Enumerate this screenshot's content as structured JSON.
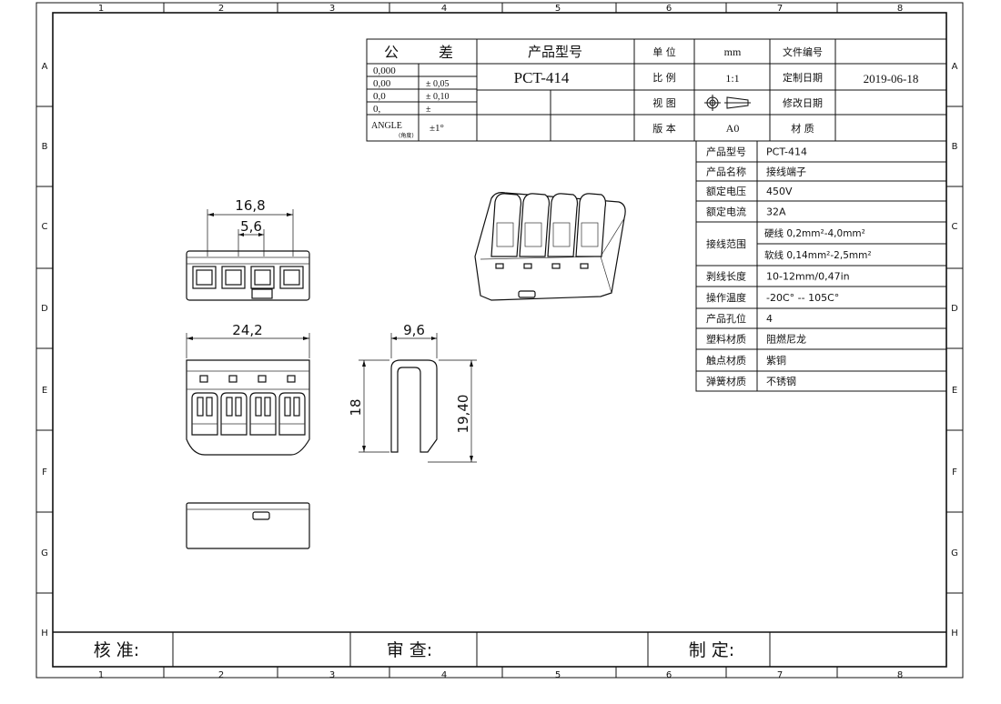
{
  "frame": {
    "columns": [
      "1",
      "2",
      "3",
      "4",
      "5",
      "6",
      "7",
      "8"
    ],
    "rows": [
      "A",
      "B",
      "C",
      "D",
      "E",
      "F",
      "G",
      "H"
    ]
  },
  "title_block": {
    "tolerance_label": [
      "公",
      "差"
    ],
    "tolerances": [
      {
        "format": "0,000",
        "value": ""
      },
      {
        "format": "0,00",
        "value": "± 0,05"
      },
      {
        "format": "0,0",
        "value": "± 0,10"
      },
      {
        "format": "0,",
        "value": "±"
      }
    ],
    "angle_label": "ANGLE",
    "angle_sub": "(角度)",
    "angle_value": "±1°",
    "product_model_label": "产品型号",
    "product_model": "PCT-414",
    "unit_label": "单  位",
    "unit": "mm",
    "scale_label": "比  例",
    "scale": "1:1",
    "view_label": "视  图",
    "version_label": "版  本",
    "version": "A0",
    "file_no_label": "文件编号",
    "file_no": "",
    "made_date_label": "定制日期",
    "made_date": "2019-06-18",
    "modified_date_label": "修改日期",
    "modified_date": "",
    "material_label": "材  质",
    "material": ""
  },
  "specs": [
    {
      "label": "产品型号",
      "value": "PCT-414"
    },
    {
      "label": "产品名称",
      "value": "接线端子"
    },
    {
      "label": "额定电压",
      "value": "450V"
    },
    {
      "label": "额定电流",
      "value": "32A"
    },
    {
      "label": "接线范围",
      "value": "硬线  0,2mm²-4,0mm²",
      "value2": "软线  0,14mm²-2,5mm²"
    },
    {
      "label": "剥线长度",
      "value": "10-12mm/0,47in"
    },
    {
      "label": "操作温度",
      "value": "-20C° -- 105C°"
    },
    {
      "label": "产品孔位",
      "value": "4"
    },
    {
      "label": "塑料材质",
      "value": "阻燃尼龙"
    },
    {
      "label": "触点材质",
      "value": "紫铜"
    },
    {
      "label": "弹簧材质",
      "value": "不锈钢"
    }
  ],
  "dimensions": {
    "top_width": "16,8",
    "hole_pitch": "5,6",
    "front_width": "24,2",
    "side_depth": "9,6",
    "side_height": "18",
    "total_height": "19,40"
  },
  "signoff": {
    "approve": "核 准:",
    "review": "审 查:",
    "drafted": "制 定:"
  }
}
